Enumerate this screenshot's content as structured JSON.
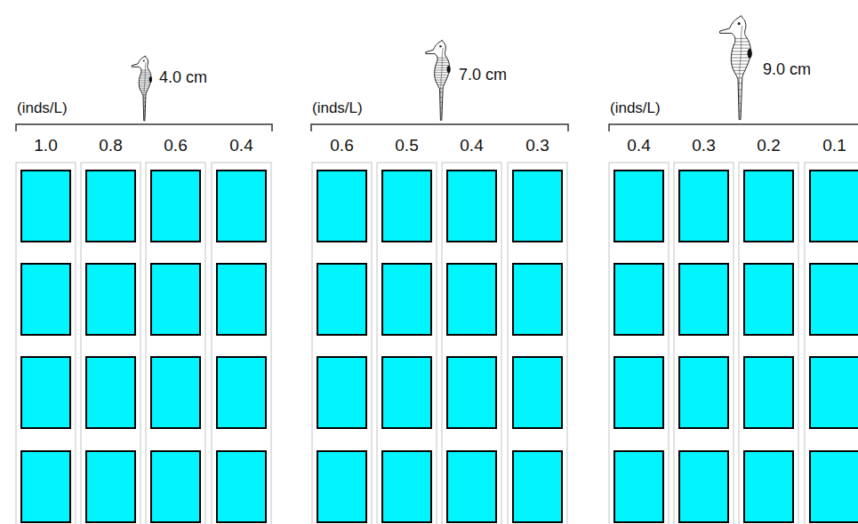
{
  "diagram": {
    "labels": [
      "4.0 cm",
      "(inds/L)",
      "1.0",
      "0.8",
      "0.6",
      "0.4",
      "7.0 cm",
      "(inds/L)",
      "0.6",
      "0.5",
      "0.4",
      "0.3",
      "9.0 cm",
      "(inds/L)",
      "0.4",
      "0.3",
      "0.2",
      "0.1"
    ]
  }
}
